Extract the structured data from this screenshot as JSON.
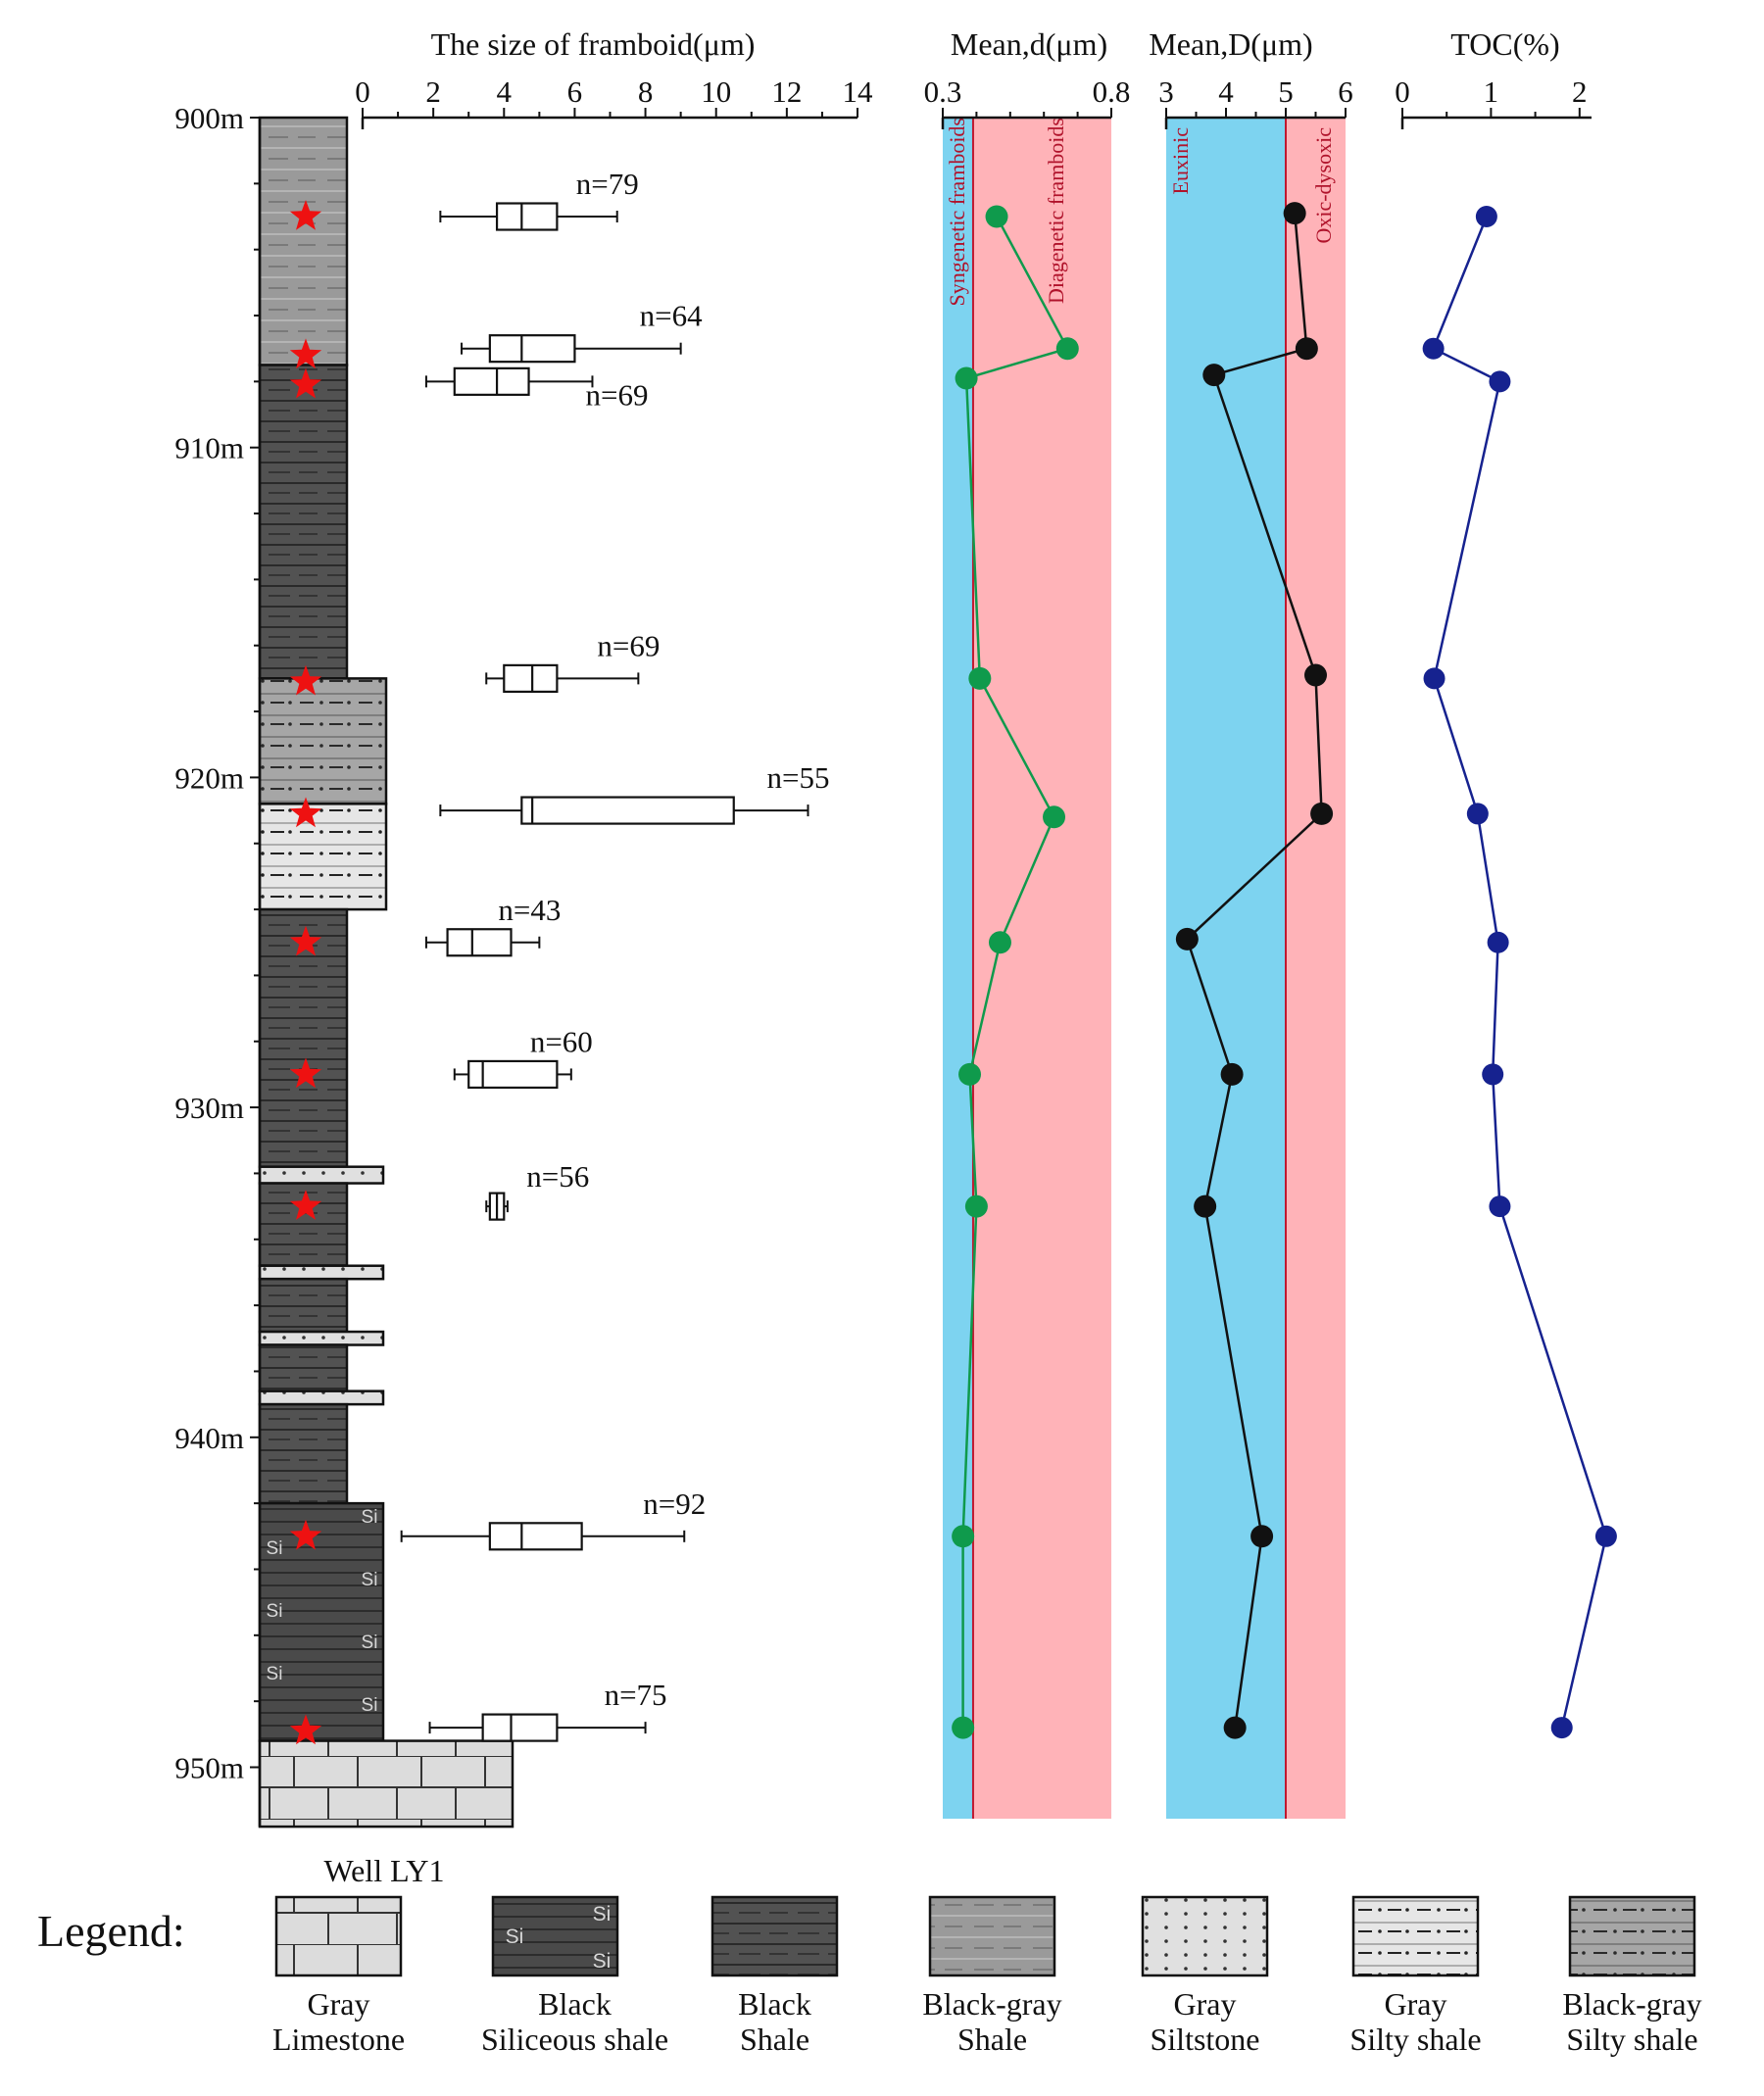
{
  "chart_data": [
    {
      "type": "lithology_column",
      "well_label": "Well LY1",
      "depth_ticks": [
        "900m",
        "910m",
        "920m",
        "930m",
        "940m",
        "950m"
      ],
      "depth_ylim": [
        900,
        951.8
      ],
      "beds": [
        {
          "top": 900.0,
          "bottom": 907.5,
          "lith": "blackgray_shale"
        },
        {
          "top": 907.5,
          "bottom": 917.0,
          "lith": "black_shale"
        },
        {
          "top": 917.0,
          "bottom": 920.8,
          "lith": "blackgray_silty"
        },
        {
          "top": 920.8,
          "bottom": 924.0,
          "lith": "gray_silty"
        },
        {
          "top": 924.0,
          "bottom": 931.8,
          "lith": "black_shale"
        },
        {
          "top": 931.8,
          "bottom": 932.3,
          "lith": "gray_siltstone"
        },
        {
          "top": 932.3,
          "bottom": 934.8,
          "lith": "black_shale"
        },
        {
          "top": 934.8,
          "bottom": 935.2,
          "lith": "gray_siltstone"
        },
        {
          "top": 935.2,
          "bottom": 936.8,
          "lith": "black_shale"
        },
        {
          "top": 936.8,
          "bottom": 937.2,
          "lith": "gray_siltstone"
        },
        {
          "top": 937.2,
          "bottom": 938.6,
          "lith": "black_shale"
        },
        {
          "top": 938.6,
          "bottom": 939.0,
          "lith": "gray_siltstone"
        },
        {
          "top": 939.0,
          "bottom": 942.0,
          "lith": "black_shale"
        },
        {
          "top": 942.0,
          "bottom": 949.2,
          "lith": "black_siliceous"
        },
        {
          "top": 949.2,
          "bottom": 951.8,
          "lith": "gray_limestone"
        }
      ],
      "sample_depths": [
        903.0,
        907.2,
        908.1,
        917.1,
        921.1,
        925.0,
        929.0,
        933.0,
        943.0,
        948.9
      ]
    },
    {
      "type": "boxplot",
      "title": "The size of framboid(μm)",
      "xlim": [
        0,
        14
      ],
      "xticks": [
        "0",
        "2",
        "4",
        "6",
        "8",
        "10",
        "12",
        "14"
      ],
      "boxes": [
        {
          "depth": 903.0,
          "min": 2.2,
          "q1": 3.8,
          "median": 4.5,
          "q3": 5.5,
          "max": 7.2,
          "n_label": "n=79"
        },
        {
          "depth": 907.0,
          "min": 2.8,
          "q1": 3.6,
          "median": 4.5,
          "q3": 6.0,
          "max": 9.0,
          "n_label": "n=64"
        },
        {
          "depth": 908.0,
          "min": 1.8,
          "q1": 2.6,
          "median": 3.8,
          "q3": 4.7,
          "max": 6.5,
          "n_label": "n=69"
        },
        {
          "depth": 917.0,
          "min": 3.5,
          "q1": 4.0,
          "median": 4.8,
          "q3": 5.5,
          "max": 7.8,
          "n_label": "n=69"
        },
        {
          "depth": 921.0,
          "min": 2.2,
          "q1": 4.5,
          "median": 4.8,
          "q3": 10.5,
          "max": 12.6,
          "n_label": "n=55"
        },
        {
          "depth": 925.0,
          "min": 1.8,
          "q1": 2.4,
          "median": 3.1,
          "q3": 4.2,
          "max": 5.0,
          "n_label": "n=43"
        },
        {
          "depth": 929.0,
          "min": 2.6,
          "q1": 3.0,
          "median": 3.4,
          "q3": 5.5,
          "max": 5.9,
          "n_label": "n=60"
        },
        {
          "depth": 933.0,
          "min": 3.5,
          "q1": 3.6,
          "median": 3.8,
          "q3": 4.0,
          "max": 4.1,
          "n_label": "n=56"
        },
        {
          "depth": 943.0,
          "min": 1.1,
          "q1": 3.6,
          "median": 4.5,
          "q3": 6.2,
          "max": 9.1,
          "n_label": "n=92"
        },
        {
          "depth": 948.8,
          "min": 1.9,
          "q1": 3.4,
          "median": 4.2,
          "q3": 5.5,
          "max": 8.0,
          "n_label": "n=75"
        }
      ]
    },
    {
      "type": "line",
      "title": "Mean,d(μm)",
      "xlim": [
        0.3,
        0.8
      ],
      "xticks": [
        "0.3",
        "0.8"
      ],
      "zones": [
        {
          "from": 0.3,
          "to": 0.39,
          "label": "Syngenetic framboids",
          "color": "#7dd3f0"
        },
        {
          "from": 0.39,
          "to": 0.8,
          "label": "Diagenetic framboids",
          "color": "#ffb3b8"
        }
      ],
      "threshold": 0.39,
      "series": [
        {
          "color": "#0f9a4c",
          "points": [
            {
              "depth": 903.0,
              "value": 0.46
            },
            {
              "depth": 907.0,
              "value": 0.67
            },
            {
              "depth": 907.9,
              "value": 0.37
            },
            {
              "depth": 917.0,
              "value": 0.41
            },
            {
              "depth": 921.2,
              "value": 0.63
            },
            {
              "depth": 925.0,
              "value": 0.47
            },
            {
              "depth": 929.0,
              "value": 0.38
            },
            {
              "depth": 933.0,
              "value": 0.4
            },
            {
              "depth": 943.0,
              "value": 0.36
            },
            {
              "depth": 948.8,
              "value": 0.36
            }
          ]
        }
      ]
    },
    {
      "type": "line",
      "title": "Mean,D(μm)",
      "xlim": [
        3,
        6
      ],
      "xticks": [
        "3",
        "4",
        "5",
        "6"
      ],
      "zones": [
        {
          "from": 3,
          "to": 5,
          "label": "Euxinic",
          "color": "#7dd3f0"
        },
        {
          "from": 5,
          "to": 6,
          "label": "Oxic-dysoxic",
          "color": "#ffb3b8"
        }
      ],
      "threshold": 5,
      "series": [
        {
          "color": "#111111",
          "points": [
            {
              "depth": 902.9,
              "value": 5.15
            },
            {
              "depth": 907.0,
              "value": 5.35
            },
            {
              "depth": 907.8,
              "value": 3.8
            },
            {
              "depth": 916.9,
              "value": 5.5
            },
            {
              "depth": 921.1,
              "value": 5.6
            },
            {
              "depth": 924.9,
              "value": 3.35
            },
            {
              "depth": 929.0,
              "value": 4.1
            },
            {
              "depth": 933.0,
              "value": 3.65
            },
            {
              "depth": 943.0,
              "value": 4.6
            },
            {
              "depth": 948.8,
              "value": 4.15
            }
          ]
        }
      ]
    },
    {
      "type": "line",
      "title": "TOC(%)",
      "xlim": [
        0,
        2.5
      ],
      "xticks": [
        "0",
        "1",
        "2"
      ],
      "series": [
        {
          "color": "#16228f",
          "points": [
            {
              "depth": 903.0,
              "value": 0.95
            },
            {
              "depth": 907.0,
              "value": 0.35
            },
            {
              "depth": 908.0,
              "value": 1.1
            },
            {
              "depth": 917.0,
              "value": 0.36
            },
            {
              "depth": 921.1,
              "value": 0.85
            },
            {
              "depth": 925.0,
              "value": 1.08
            },
            {
              "depth": 929.0,
              "value": 1.02
            },
            {
              "depth": 933.0,
              "value": 1.1
            },
            {
              "depth": 943.0,
              "value": 2.3
            },
            {
              "depth": 948.8,
              "value": 1.8
            }
          ]
        }
      ]
    }
  ],
  "legend": {
    "heading": "Legend:",
    "items": [
      {
        "key": "gray_limestone",
        "line1": "Gray",
        "line2": "Limestone"
      },
      {
        "key": "black_siliceous",
        "line1": "Black",
        "line2": "Siliceous shale"
      },
      {
        "key": "black_shale",
        "line1": "Black",
        "line2": "Shale"
      },
      {
        "key": "blackgray_shale",
        "line1": "Black-gray",
        "line2": "Shale"
      },
      {
        "key": "gray_siltstone",
        "line1": "Gray",
        "line2": "Siltstone"
      },
      {
        "key": "gray_silty",
        "line1": "Gray",
        "line2": "Silty shale"
      },
      {
        "key": "blackgray_silty",
        "line1": "Black-gray",
        "line2": "Silty shale"
      }
    ],
    "si_mark": "Si"
  },
  "colors": {
    "black_shale": "#525252",
    "black_siliceous": "#4a4a4a",
    "blackgray_shale": "#9a9a9a",
    "blackgray_silty": "#a6a6a6",
    "gray_silty": "#e6e6e6",
    "gray_siltstone": "#e0e0e0",
    "gray_limestone": "#dcdcdc",
    "star": "#ee1111"
  }
}
